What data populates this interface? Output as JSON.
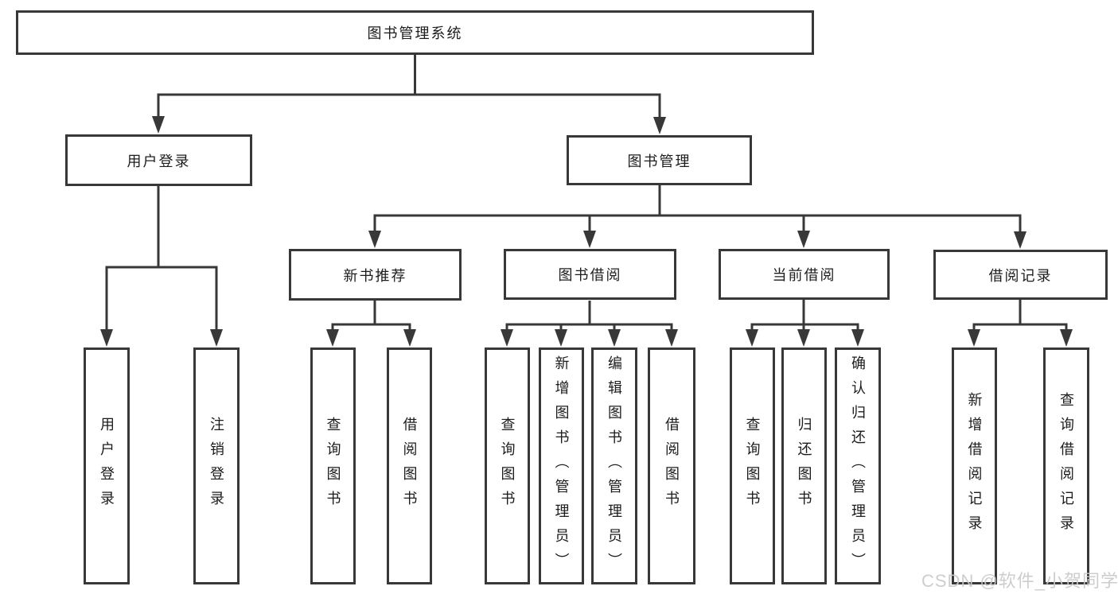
{
  "nodes": {
    "root": "图书管理系统",
    "user_login": "用户登录",
    "book_management": "图书管理",
    "new_book_recommend": "新书推荐",
    "book_borrowing": "图书借阅",
    "current_borrowing": "当前借阅",
    "borrowing_records": "借阅记录",
    "leaf_user_login": "用户登录",
    "leaf_logout": "注销登录",
    "recommend_query_books": "查询图书",
    "recommend_borrow_books": "借阅图书",
    "borrowing_query_books": "查询图书",
    "borrowing_add_books": "新增图书（管理员）",
    "borrowing_edit_books": "编辑图书（管理员）",
    "borrowing_borrow_books": "借阅图书",
    "current_query_books": "查询图书",
    "current_return_books": "归还图书",
    "current_confirm_return": "确认归还（管理员）",
    "records_add_record": "新增借阅记录",
    "records_query_record": "查询借阅记录"
  },
  "watermark": "CSDN @软件_小贺同学",
  "colors": {
    "line": "#383838",
    "text": "#1c1c1c",
    "watermark": "#c9c9c9",
    "background": "#ffffff"
  }
}
